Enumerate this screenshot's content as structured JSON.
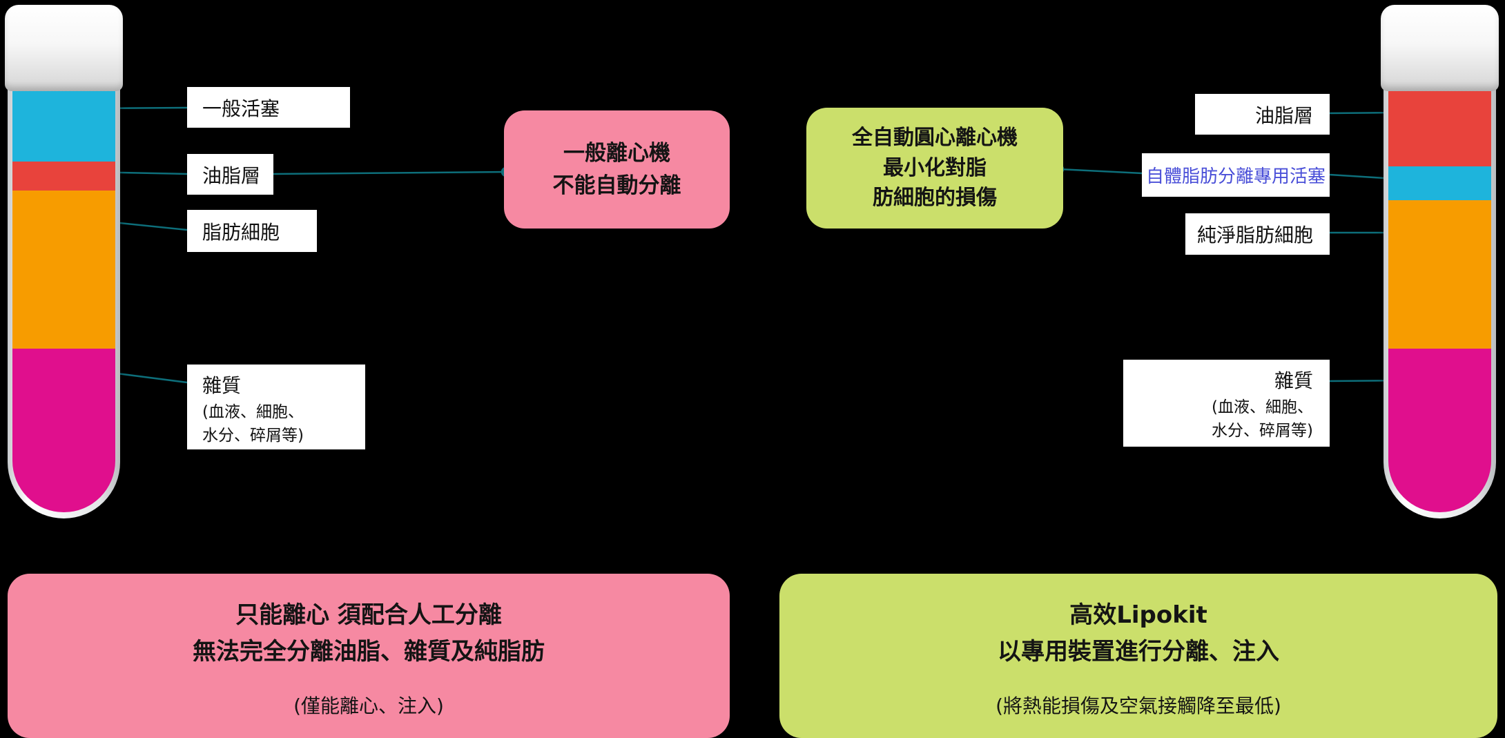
{
  "colors": {
    "background": "#000000",
    "pink_box": "#f689a2",
    "green_box": "#cbdf6b",
    "tube_cyan": "#1eb4dc",
    "tube_red": "#e8433c",
    "tube_orange": "#f79c00",
    "tube_magenta": "#e00f8d",
    "connector_line": "#0d6e7a",
    "blue_label_text": "#4a4fd8"
  },
  "left_tube": {
    "labels": {
      "piston": "一般活塞",
      "oil_layer": "油脂層",
      "fat_cells": "脂肪細胞",
      "impurities_title": "雜質",
      "impurities_detail": "(血液、細胞、\n水分、碎屑等)"
    }
  },
  "center": {
    "pink_note": "一般離心機\n不能自動分離",
    "green_note": "全自動圓心離心機\n最小化對脂\n肪細胞的損傷"
  },
  "right_tube": {
    "labels": {
      "oil_layer": "油脂層",
      "piston": "自體脂肪分離專用活塞",
      "pure_fat_cells": "純淨脂肪細胞",
      "impurities_title": "雜質",
      "impurities_detail": "(血液、細胞、\n水分、碎屑等)"
    }
  },
  "bottom": {
    "pink_panel": {
      "line1": "只能離心 須配合人工分離",
      "line2": "無法完全分離油脂、雜質及純脂肪",
      "note": "(僅能離心、注入)"
    },
    "green_panel": {
      "line1": "高效Lipokit",
      "line2": "以專用裝置進行分離、注入",
      "note": "(將熱能損傷及空氣接觸降至最低)"
    }
  }
}
